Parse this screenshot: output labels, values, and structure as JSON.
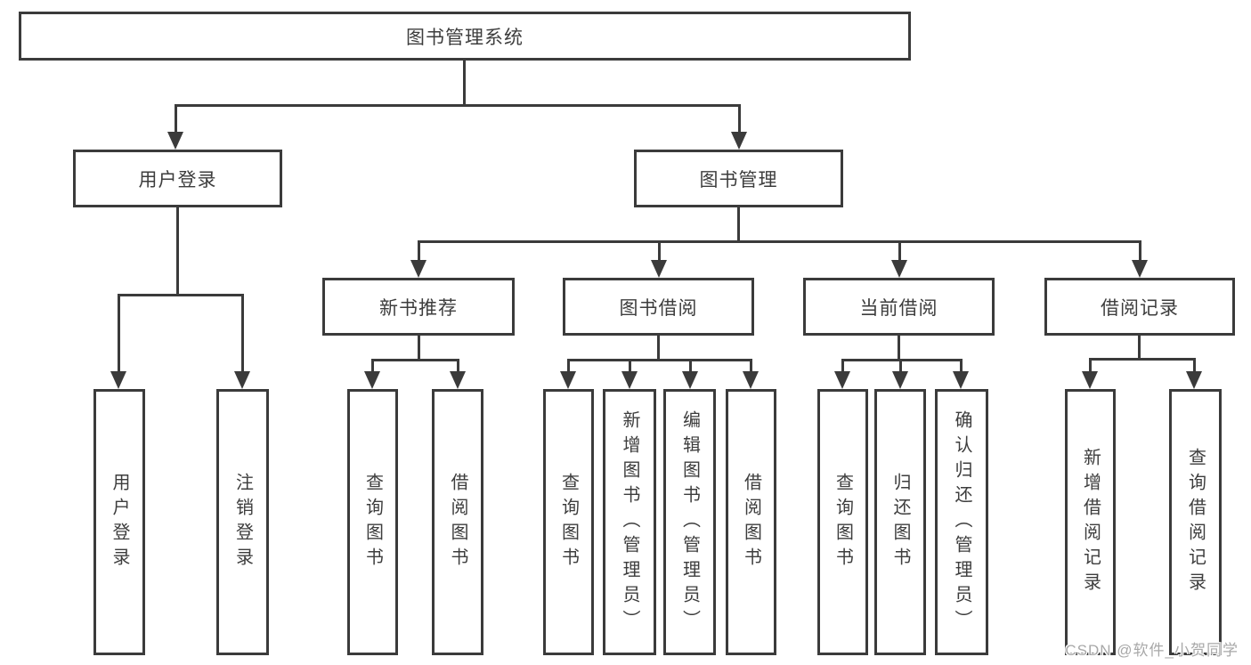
{
  "diagram_title": "图书管理系统",
  "tree": {
    "label": "图书管理系统",
    "children": [
      {
        "label": "用户登录",
        "children": [
          {
            "label": "用户登录"
          },
          {
            "label": "注销登录"
          }
        ]
      },
      {
        "label": "图书管理",
        "children": [
          {
            "label": "新书推荐",
            "children": [
              {
                "label": "查询图书"
              },
              {
                "label": "借阅图书"
              }
            ]
          },
          {
            "label": "图书借阅",
            "children": [
              {
                "label": "查询图书"
              },
              {
                "label": "新增图书（管理员）"
              },
              {
                "label": "编辑图书（管理员）"
              },
              {
                "label": "借阅图书"
              }
            ]
          },
          {
            "label": "当前借阅",
            "children": [
              {
                "label": "查询图书"
              },
              {
                "label": "归还图书"
              },
              {
                "label": "确认归还（管理员）"
              }
            ]
          },
          {
            "label": "借阅记录",
            "children": [
              {
                "label": "新增借阅记录"
              },
              {
                "label": "查询借阅记录"
              }
            ]
          }
        ]
      }
    ]
  },
  "watermark": "CSDN @软件_小贺同学",
  "colors": {
    "line": "#3b3b3b",
    "text": "#3d3d3d",
    "background": "#ffffff",
    "watermark": "#a8a8a8"
  }
}
